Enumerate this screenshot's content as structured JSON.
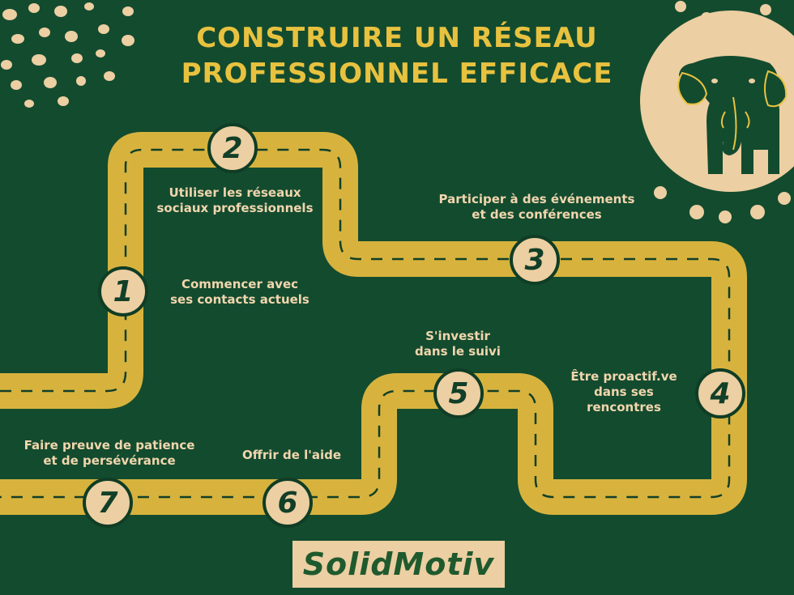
{
  "title": {
    "line1": "CONSTRUIRE UN RÉSEAU",
    "line2": "PROFESSIONNEL EFFICACE"
  },
  "steps": [
    {
      "number": "1",
      "label_lines": [
        "Commencer avec",
        "ses contacts actuels"
      ]
    },
    {
      "number": "2",
      "label_lines": [
        "Utiliser les réseaux",
        "sociaux professionnels"
      ]
    },
    {
      "number": "3",
      "label_lines": [
        "Participer à des événements",
        "et des conférences"
      ]
    },
    {
      "number": "4",
      "label_lines": [
        "Être proactif.ve",
        "dans ses",
        "rencontres"
      ]
    },
    {
      "number": "5",
      "label_lines": [
        "S'investir",
        "dans le suivi"
      ]
    },
    {
      "number": "6",
      "label_lines": [
        "Offrir de l'aide"
      ]
    },
    {
      "number": "7",
      "label_lines": [
        "Faire preuve de patience",
        "et de persévérance"
      ]
    }
  ],
  "brand": "SolidMotiv",
  "illustration": "elephant-icon",
  "colors": {
    "background": "#134b2f",
    "road": "#d7b33e",
    "title": "#e8c23f",
    "text": "#f1d6ad",
    "circle": "#eccfa2"
  }
}
